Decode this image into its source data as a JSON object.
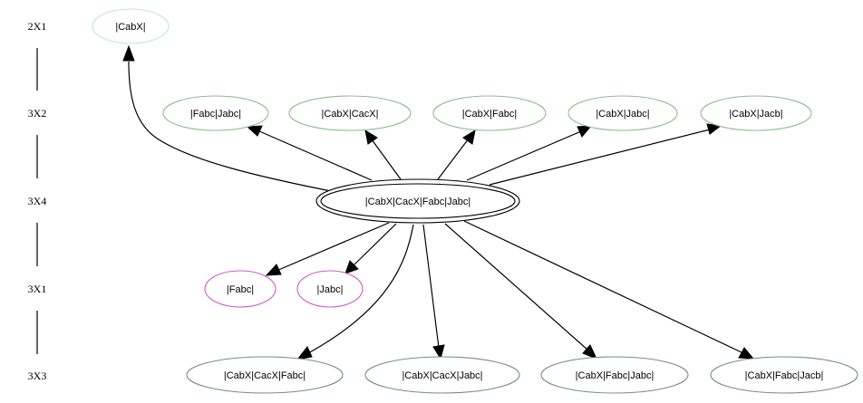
{
  "ranks": [
    "2X1",
    "3X2",
    "3X4",
    "3X1",
    "3X3"
  ],
  "colors": {
    "rank_2X1": "#bfe5e0",
    "rank_3X2": "#8fbf8f",
    "rank_3X4": "#000000",
    "rank_3X1": "#d05acb",
    "rank_3X3": "#7b8797",
    "edge": "#000000"
  },
  "nodes": {
    "cabx": "|CabX|",
    "fabc_jabc": "|Fabc|Jabc|",
    "cabx_cacx": "|CabX|CacX|",
    "cabx_fabc": "|CabX|Fabc|",
    "cabx_jabc": "|CabX|Jabc|",
    "cabx_jacb": "|CabX|Jacb|",
    "center": "|CabX|CacX|Fabc|Jabc|",
    "fabc": "|Fabc|",
    "jabc": "|Jabc|",
    "cabx_cacx_fabc": "|CabX|CacX|Fabc|",
    "cabx_cacx_jabc": "|CabX|CacX|Jabc|",
    "cabx_fabc_jabc": "|CabX|Fabc|Jabc|",
    "cabx_fabc_jacb": "|CabX|Fabc|Jacb|"
  },
  "edges": [
    {
      "from": "center",
      "to": "cabx"
    },
    {
      "from": "center",
      "to": "fabc_jabc"
    },
    {
      "from": "center",
      "to": "cabx_cacx"
    },
    {
      "from": "center",
      "to": "cabx_fabc"
    },
    {
      "from": "center",
      "to": "cabx_jabc"
    },
    {
      "from": "center",
      "to": "cabx_jacb"
    },
    {
      "from": "center",
      "to": "fabc"
    },
    {
      "from": "center",
      "to": "jabc"
    },
    {
      "from": "center",
      "to": "cabx_cacx_fabc"
    },
    {
      "from": "center",
      "to": "cabx_cacx_jabc"
    },
    {
      "from": "center",
      "to": "cabx_fabc_jabc"
    },
    {
      "from": "center",
      "to": "cabx_fabc_jacb"
    }
  ]
}
